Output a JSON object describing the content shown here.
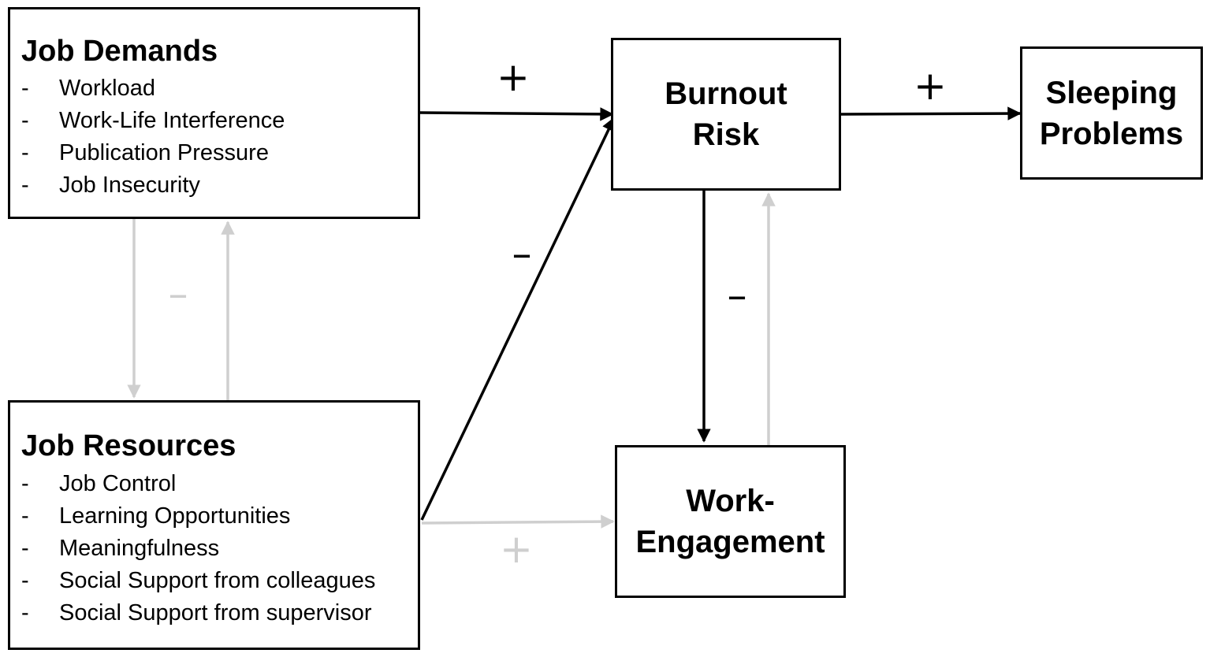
{
  "diagram": {
    "colors": {
      "strong": "#000000",
      "weak": "#cfcfcf"
    },
    "nodes": {
      "job_demands": {
        "title": "Job Demands",
        "items": [
          {
            "bullet": "-",
            "label": "Workload"
          },
          {
            "bullet": "-",
            "label": "Work-Life Interference"
          },
          {
            "bullet": "-",
            "label": "Publication Pressure"
          },
          {
            "bullet": "-",
            "label": "Job Insecurity"
          }
        ]
      },
      "job_resources": {
        "title": "Job Resources",
        "items": [
          {
            "bullet": "-",
            "label": "Job Control"
          },
          {
            "bullet": "-",
            "label": "Learning Opportunities"
          },
          {
            "bullet": "-",
            "label": "Meaningfulness"
          },
          {
            "bullet": "-",
            "label": "Social Support from colleagues"
          },
          {
            "bullet": "-",
            "label": "Social Support from supervisor"
          }
        ]
      },
      "burnout_risk": {
        "title": "Burnout\nRisk"
      },
      "sleeping_problems": {
        "title": "Sleeping\nProblems"
      },
      "work_engagement": {
        "title": "Work-\nEngagement"
      }
    },
    "edges": [
      {
        "from": "job_demands",
        "to": "burnout_risk",
        "sign": "+",
        "style": "strong"
      },
      {
        "from": "burnout_risk",
        "to": "sleeping_problems",
        "sign": "+",
        "style": "strong"
      },
      {
        "from": "job_resources",
        "to": "burnout_risk",
        "sign": "–",
        "style": "strong"
      },
      {
        "from": "burnout_risk",
        "to": "work_engagement",
        "sign": "–",
        "style": "strong"
      },
      {
        "from": "work_engagement",
        "to": "burnout_risk",
        "sign": "",
        "style": "weak"
      },
      {
        "from": "job_demands",
        "to": "job_resources",
        "sign": "–",
        "style": "weak"
      },
      {
        "from": "job_resources",
        "to": "job_demands",
        "sign": "",
        "style": "weak"
      },
      {
        "from": "job_resources",
        "to": "work_engagement",
        "sign": "+",
        "style": "weak"
      }
    ]
  }
}
